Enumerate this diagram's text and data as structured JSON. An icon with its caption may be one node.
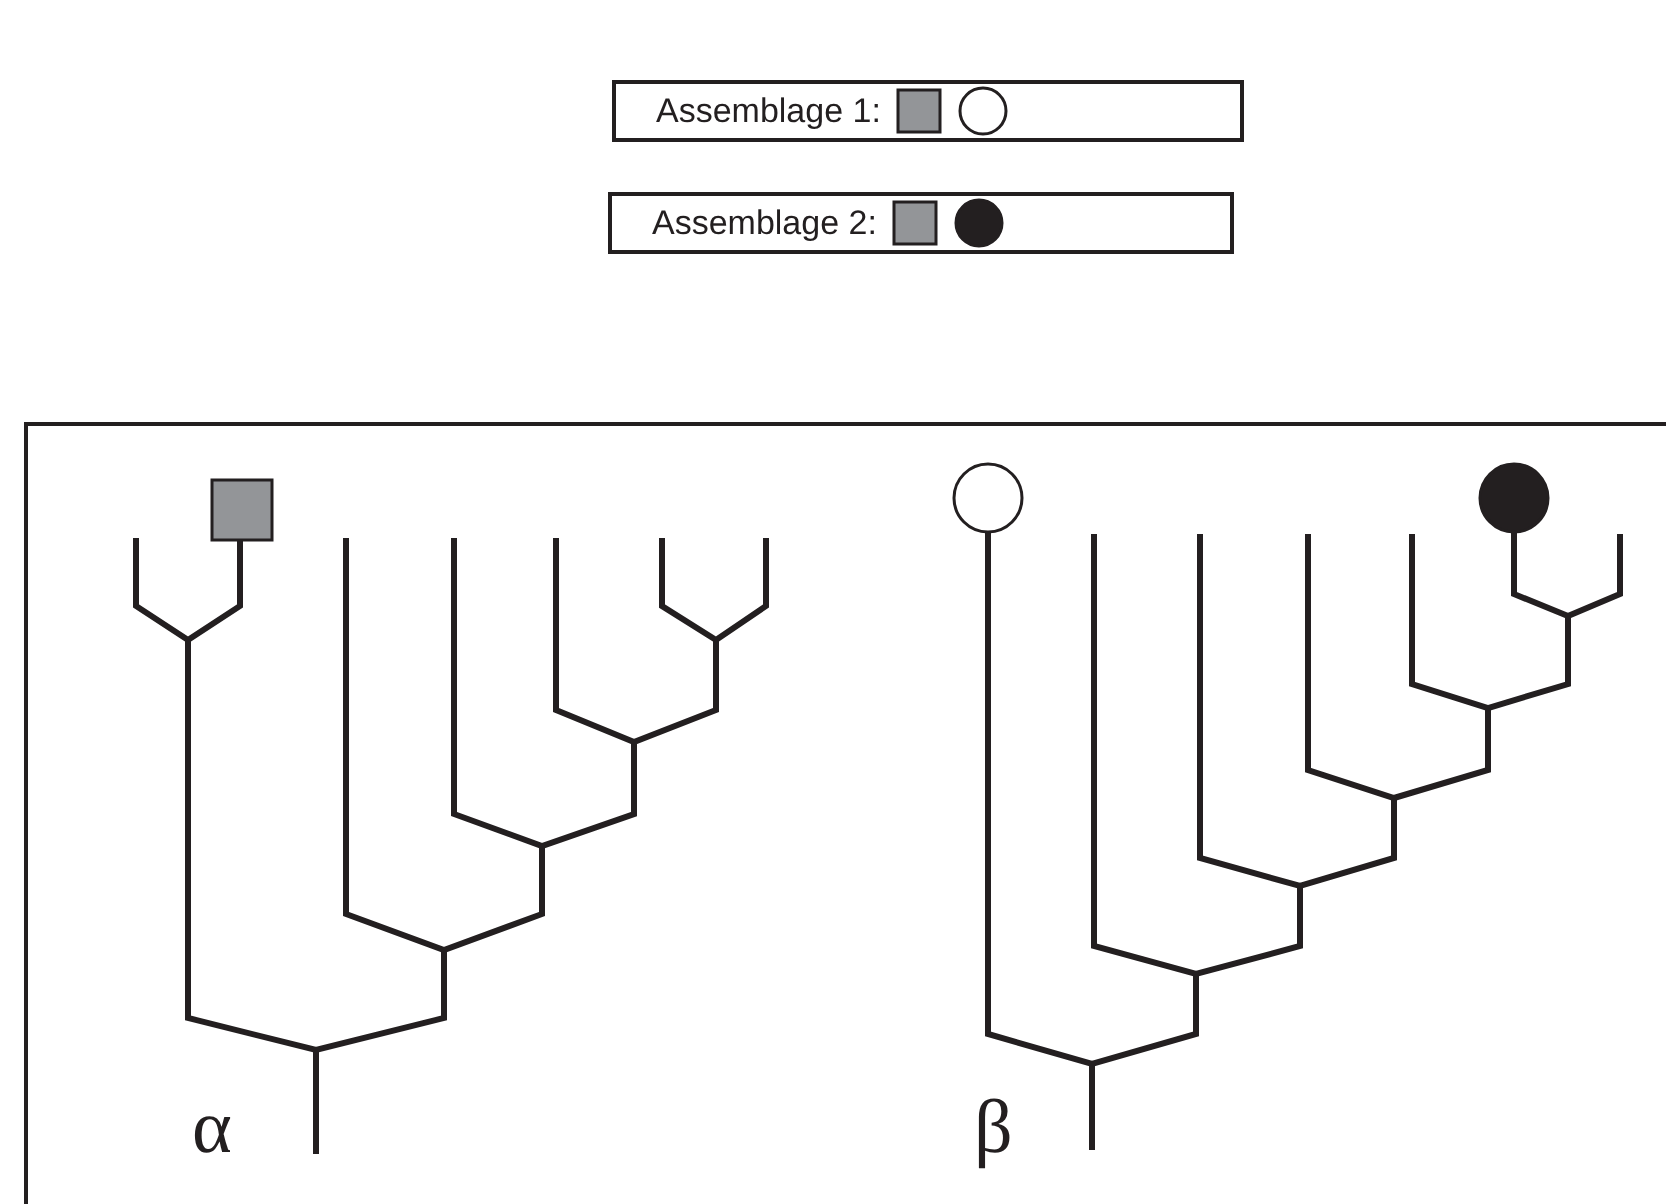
{
  "diagram": {
    "nodes": [
      {
        "text": [
          "Assemblage 1:"
        ]
      },
      {
        "text": [
          "Assemblage 2:"
        ]
      }
    ],
    "labels": [
      "α",
      "β"
    ]
  }
}
